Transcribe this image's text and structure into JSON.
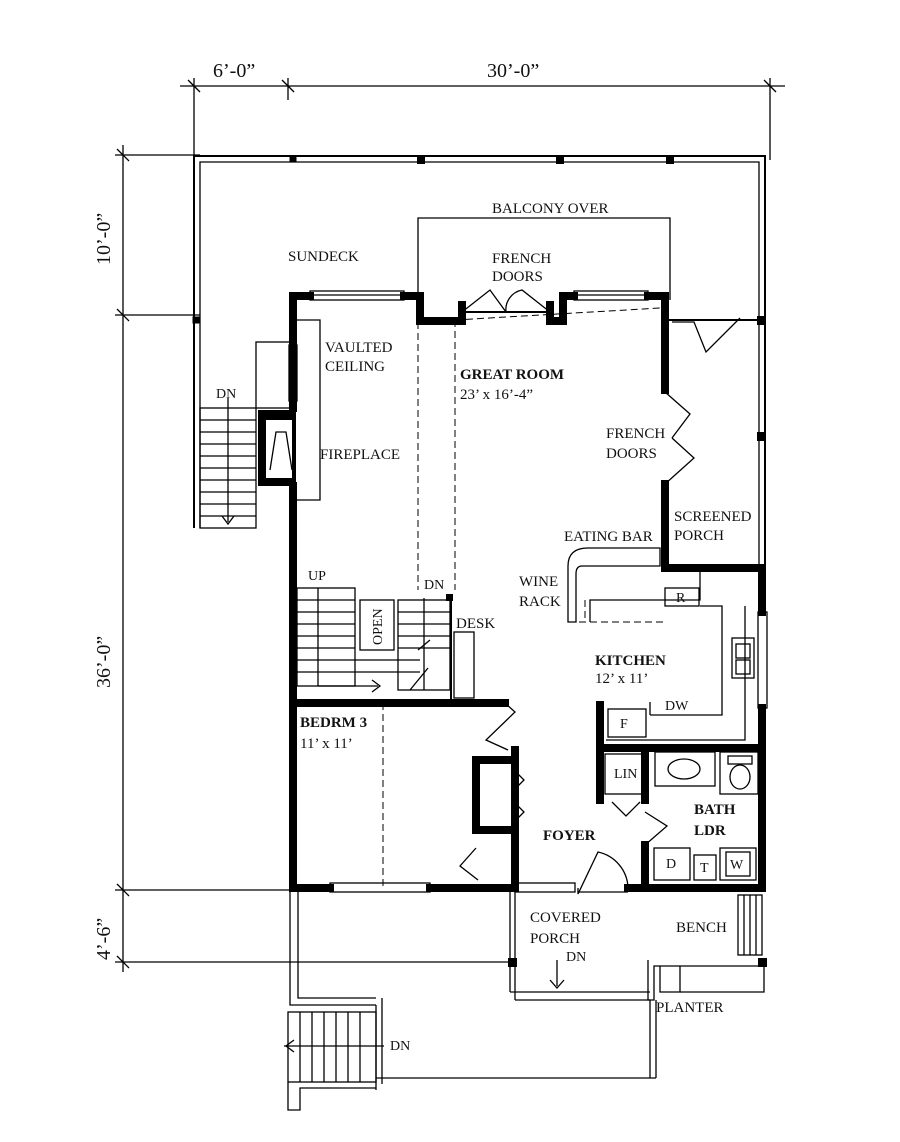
{
  "dimensions": {
    "top_left": "6’-0”",
    "top_right": "30’-0”",
    "left_top": "10’-0”",
    "left_middle": "36’-0”",
    "left_bottom": "4’-6”"
  },
  "rooms": {
    "sundeck": "SUNDECK",
    "balcony": "BALCONY OVER",
    "french_doors_top_1": "FRENCH",
    "french_doors_top_2": "DOORS",
    "vaulted_1": "VAULTED",
    "vaulted_2": "CEILING",
    "great_room": "GREAT ROOM",
    "great_room_size": "23’ x 16’-4”",
    "fireplace": "FIREPLACE",
    "french_doors_side_1": "FRENCH",
    "french_doors_side_2": "DOORS",
    "screened_1": "SCREENED",
    "screened_2": "PORCH",
    "eating_bar": "EATING BAR",
    "wine_1": "WINE",
    "wine_2": "RACK",
    "refrigerator": "R",
    "desk": "DESK",
    "open": "OPEN",
    "kitchen": "KITCHEN",
    "kitchen_size": "12’ x 11’",
    "dishwasher": "DW",
    "freezer": "F",
    "bedroom": "BEDRM 3",
    "bedroom_size": "11’ x 11’",
    "linen": "LIN",
    "bath": "BATH",
    "laundry": "LDR",
    "foyer": "FOYER",
    "dryer": "D",
    "tub": "T",
    "washer": "W",
    "covered_1": "COVERED",
    "covered_2": "PORCH",
    "bench": "BENCH",
    "planter": "PLANTER"
  },
  "stair_labels": {
    "deck_stair": "DN",
    "stair_up": "UP",
    "stair_down": "DN",
    "porch_dn": "DN",
    "front_stair": "DN"
  }
}
